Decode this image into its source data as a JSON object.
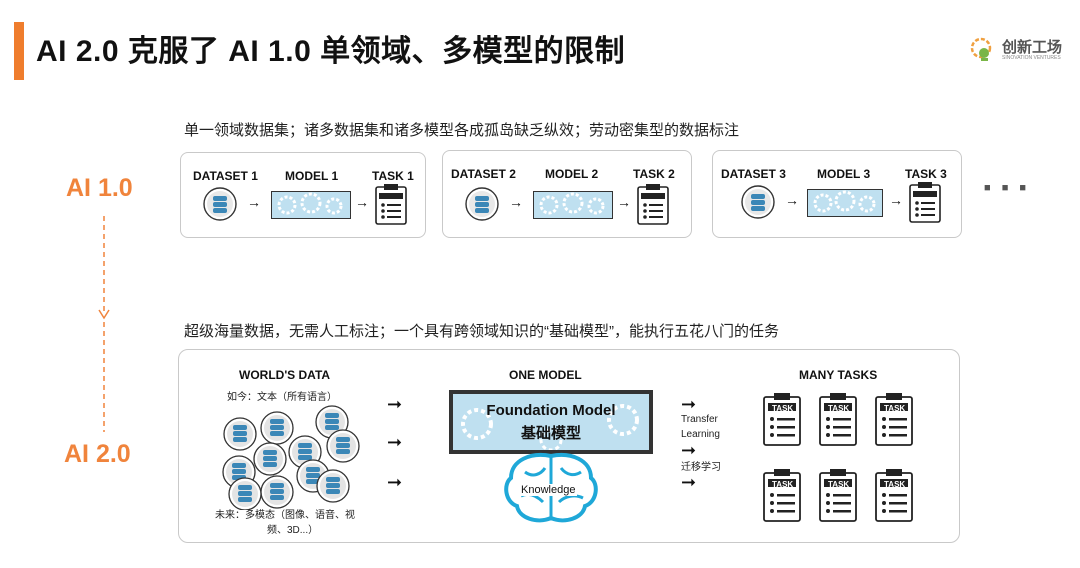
{
  "title": "AI 2.0 克服了 AI 1.0 单领域、多模型的限制",
  "logo": {
    "name_cn": "创新工场",
    "name_en": "SINOVATION VENTURES"
  },
  "ai1": {
    "label": "AI 1.0",
    "caption": "单一领域数据集；诸多数据集和诸多模型各成孤岛缺乏纵效；劳动密集型的数据标注",
    "groups": [
      {
        "dataset": "DATASET 1",
        "model": "MODEL 1",
        "task": "TASK 1"
      },
      {
        "dataset": "DATASET 2",
        "model": "MODEL 2",
        "task": "TASK 2"
      },
      {
        "dataset": "DATASET 3",
        "model": "MODEL 3",
        "task": "TASK 3"
      }
    ],
    "ellipsis": "■ ■ ■"
  },
  "ai2": {
    "label": "AI 2.0",
    "caption": "超级海量数据，无需人工标注；一个具有跨领域知识的“基础模型”，能执行五花八门的任务",
    "worlds_data": "WORLD'S DATA",
    "now_text": "如今：文本（所有语言）",
    "future_text_line1": "未来：多模态（图像、语音、视",
    "future_text_line2": "频、3D...）",
    "one_model": "ONE MODEL",
    "foundation_en": "Foundation Model",
    "foundation_cn": "基础模型",
    "knowledge": "Knowledge",
    "transfer_line1": "Transfer",
    "transfer_line2": "Learning",
    "transfer_cn": "迁移学习",
    "many_tasks": "MANY TASKS",
    "task_icon_label": "TASK"
  },
  "colors": {
    "accent": "#ef7d2d",
    "era": "#f0843c",
    "dataset_blue": "#3b87b7",
    "model_blue": "#bfe0f0",
    "brain": "#1fa8d8"
  }
}
